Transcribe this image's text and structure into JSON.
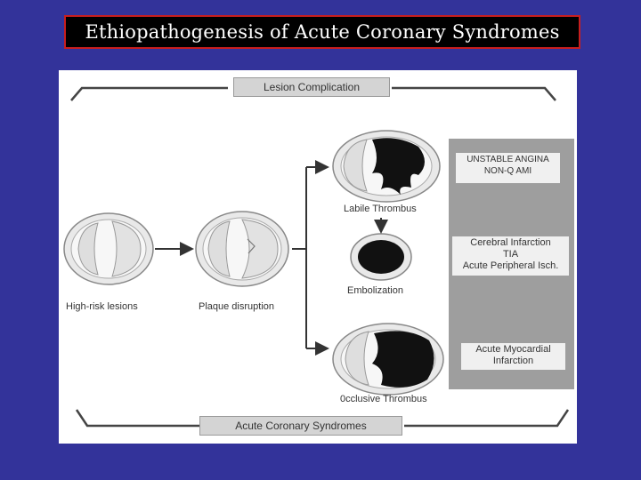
{
  "slide": {
    "title": "Ethiopathogenesis of Acute Coronary Syndromes"
  },
  "diagram": {
    "top_banner": "Lesion Complication",
    "bottom_banner": "Acute Coronary Syndromes",
    "stages": {
      "high_risk": "High-risk lesions",
      "plaque_disruption": "Plaque disruption",
      "labile_thrombus": "Labile Thrombus",
      "embolization": "Embolization",
      "occlusive_thrombus": "0cclusive Thrombus"
    },
    "outcomes": {
      "unstable_angina": {
        "line1": "UNSTABLE ANGINA",
        "line2": "NON-Q AMI"
      },
      "cerebral": {
        "line1": "Cerebral Infarction",
        "line2": "TIA",
        "line3": "Acute Peripheral Isch."
      },
      "ami": {
        "line1": "Acute Myocardial",
        "line2": "Infarction"
      }
    },
    "colors": {
      "slide_background": "#33339a",
      "title_border": "#c81e1e",
      "outcome_panel": "#9e9e9e",
      "thrombus": "#111111"
    }
  }
}
